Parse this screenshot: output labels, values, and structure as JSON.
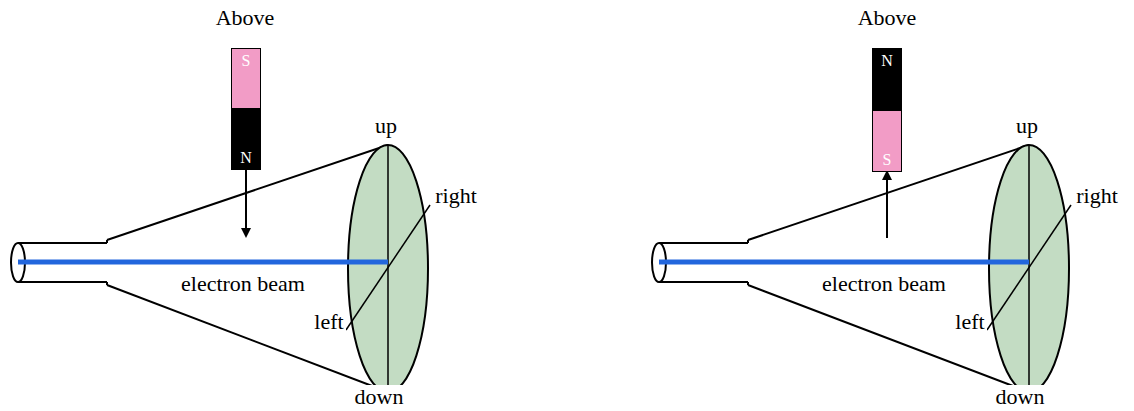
{
  "diagram": {
    "nodes": [
      {
        "text": [
          "S"
        ]
      },
      {
        "text": [
          "N"
        ]
      },
      {
        "text": [
          "N"
        ]
      },
      {
        "text": [
          "S"
        ]
      }
    ],
    "labels": [
      "Above",
      "up",
      "right",
      "electron beam",
      "left",
      "down",
      "Above",
      "up",
      "right",
      "electron beam",
      "left",
      "down"
    ]
  }
}
